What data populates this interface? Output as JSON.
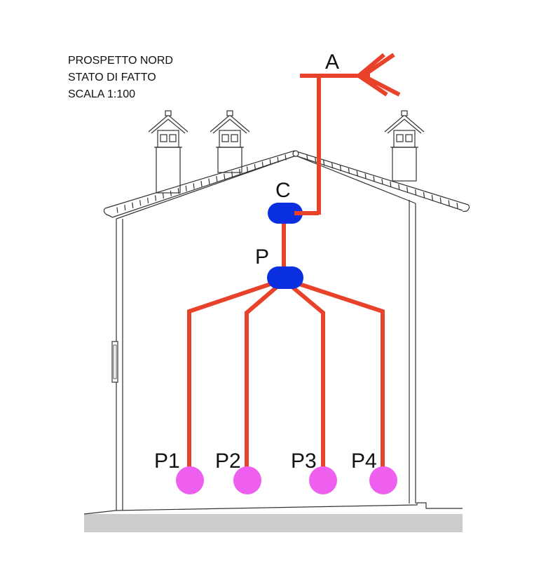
{
  "title_block": {
    "line1": "PROSPETTO NORD",
    "line2": "STATO DI FATTO",
    "line3": "SCALA 1:100"
  },
  "labels": {
    "antenna": "A",
    "central_unit": "C",
    "splitter": "P",
    "outlets": [
      "P1",
      "P2",
      "P3",
      "P4"
    ]
  },
  "colors": {
    "cable": "#e8432a",
    "device": "#0a2fe0",
    "outlet": "#ee5ff0",
    "ground": "#cccccc",
    "line": "#333333"
  }
}
